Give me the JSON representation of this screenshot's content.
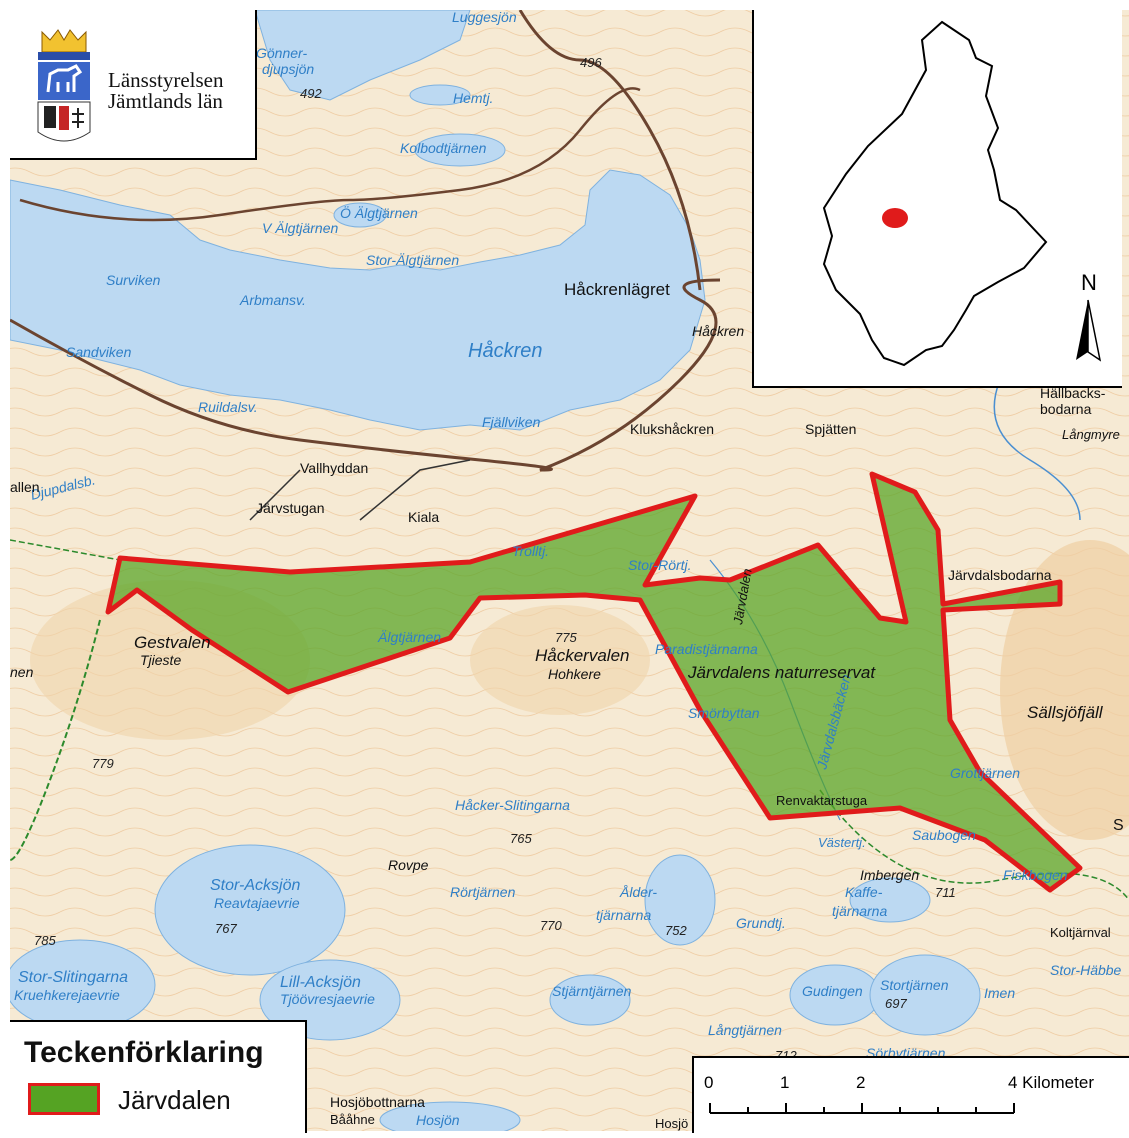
{
  "org": {
    "name_line1": "Länsstyrelsen",
    "name_line2": "Jämtlands län"
  },
  "inset": {
    "north_label": "N"
  },
  "legend": {
    "title": "Teckenförklaring",
    "item_label": "Järvdalen"
  },
  "scale": {
    "ticks": [
      "0",
      "1",
      "2",
      "4 Kilometer"
    ]
  },
  "colors": {
    "reserve_fill": "#55a323",
    "reserve_outline": "#e01b1b",
    "water": "#bcd9f2",
    "land": "#f6ead4",
    "road": "#6b4430"
  },
  "map": {
    "lakes": [
      "Luggesjön",
      "Gönner-djupsjön",
      "Hemtj.",
      "Kolbodtjärnen",
      "V Älgtjärnen",
      "Ö Älgtjärnen",
      "Stor-Älgtjärnen",
      "Surviken",
      "Arbmansv.",
      "Sandviken",
      "Håckren",
      "Ruildalsv.",
      "Fjällviken",
      "Djupdalsb.",
      "Trolltj.",
      "Stor-Rörtj.",
      "Älgtjärnen",
      "Paradistjärnarna",
      "Smörbyttan",
      "Järvdalsbäcken",
      "Grottjärnen",
      "Håcker-Slitingarna",
      "Stor-Acksjön",
      "Reavtajaevrie",
      "Rörtjärnen",
      "Ålder-tjärnarna",
      "Grundtj.",
      "Västertj.",
      "Saubogen",
      "Fiskbogen",
      "Kaffe-tjärnarna",
      "Stor-Slitingarna",
      "Kruehkerejaevrie",
      "Lill-Acksjön",
      "Tjöövresjaevrie",
      "Stjärntjärnen",
      "Gudingen",
      "Stortjärnen",
      "Imen",
      "Långtjärnen",
      "Sörbytjärnen",
      "Hosjön",
      "Stor-Häbbe"
    ],
    "places": [
      "Håckrenlägret",
      "Håckren",
      "Klukshåckren",
      "Spjätten",
      "Hällbacks-bodarna",
      "Långmyre",
      "Vallhyddan",
      "Järvstugan",
      "Kiala",
      "allen",
      "Järvdalsbodarna",
      "Gestvalen",
      "Tjieste",
      "Håckervalen",
      "Hohkere",
      "Sällsjöfjäll",
      "Renvaktarstuga",
      "Rovpe",
      "Imbergen",
      "Koltjärnval",
      "Hosjöbottnarna",
      "Bååhne",
      "Hosjö",
      "nen",
      "S",
      "Järvdalen"
    ],
    "reserve_name": "Järvdalens naturreservat",
    "elevations": [
      "496",
      "492",
      "775",
      "779",
      "765",
      "770",
      "752",
      "767",
      "785",
      "711",
      "697",
      "712"
    ]
  }
}
